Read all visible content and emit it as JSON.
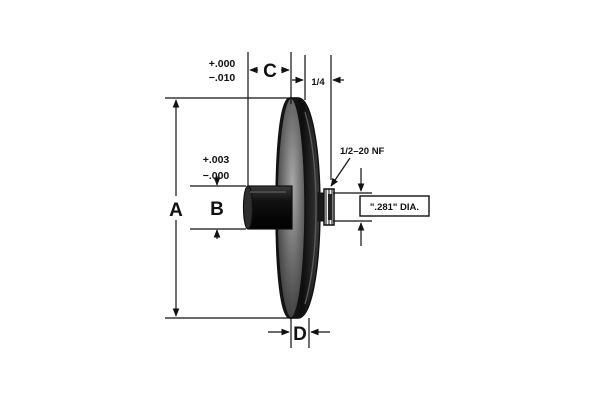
{
  "dimensions": {
    "A": "A",
    "B": "B",
    "C": "C",
    "D": "D"
  },
  "tolerances": {
    "c_plus": "+.000",
    "c_minus": "−.010",
    "b_plus": "+.003",
    "b_minus": "−.000"
  },
  "callouts": {
    "quarter": "1/4",
    "thread": "1/2–20 NF",
    "bore_dia": "\".281\" DIA."
  },
  "colors": {
    "ink": "#111111",
    "background": "#ffffff",
    "wheel_face": "#7a7a7a",
    "wheel_rim": "#1a1a1a",
    "hub": "#0e0e0e"
  }
}
